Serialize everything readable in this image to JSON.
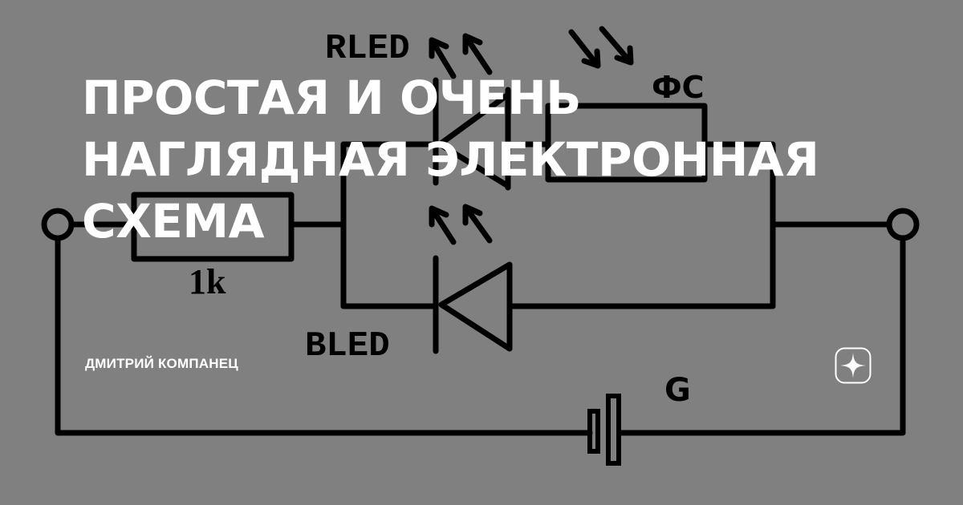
{
  "article": {
    "title_lines": [
      "ПРОСТАЯ И ОЧЕНЬ",
      "НАГЛЯДНАЯ ЭЛЕКТРОННАЯ",
      "СХЕМА"
    ],
    "author": "ДМИТРИЙ КОМПАНЕЦ"
  },
  "diagram": {
    "labels": {
      "rled": "RLED",
      "photocell": "ФС",
      "resistor": "1k",
      "bled": "BLED",
      "battery": "G"
    }
  },
  "colors": {
    "background": "#808080",
    "lines": "#000000",
    "text": "#ffffff"
  },
  "logo": {
    "icon": "dzen-star-icon"
  }
}
